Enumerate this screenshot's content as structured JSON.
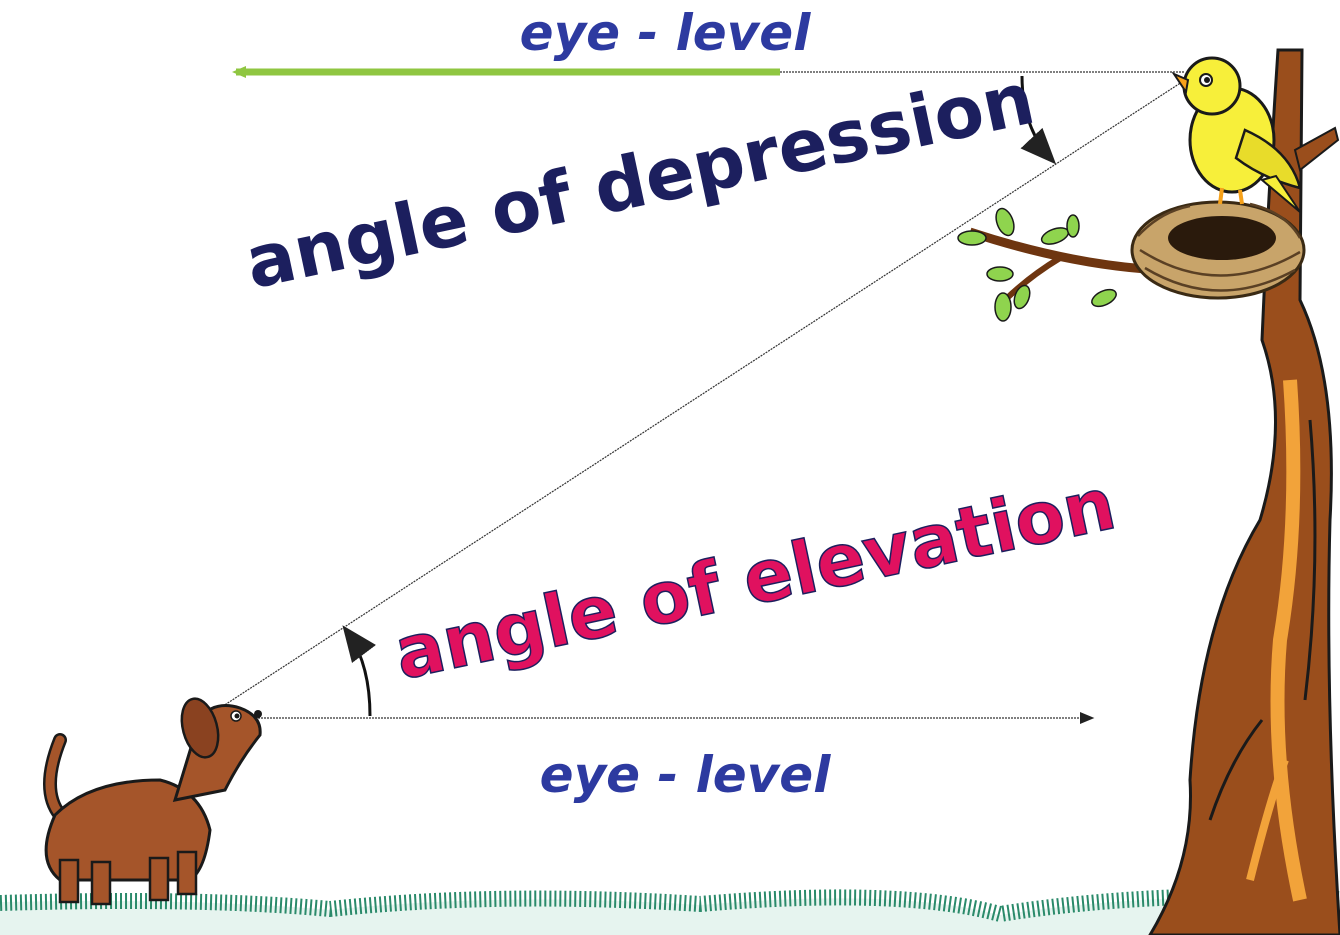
{
  "labels": {
    "eye_level_top": "eye - level",
    "eye_level_bottom": "eye - level",
    "angle_of_depression": "angle of depression",
    "angle_of_elevation": "angle of elevation"
  },
  "figures": {
    "observer_low": "dog",
    "observer_high": "bird",
    "tree": "tree-with-nest"
  },
  "colors": {
    "eye_level_text": "#2d3aa0",
    "depression_text": "#1c1f5e",
    "elevation_text": "#e0115f",
    "eye_level_bar": "#8fc641",
    "grass": "#2a8a6a"
  }
}
